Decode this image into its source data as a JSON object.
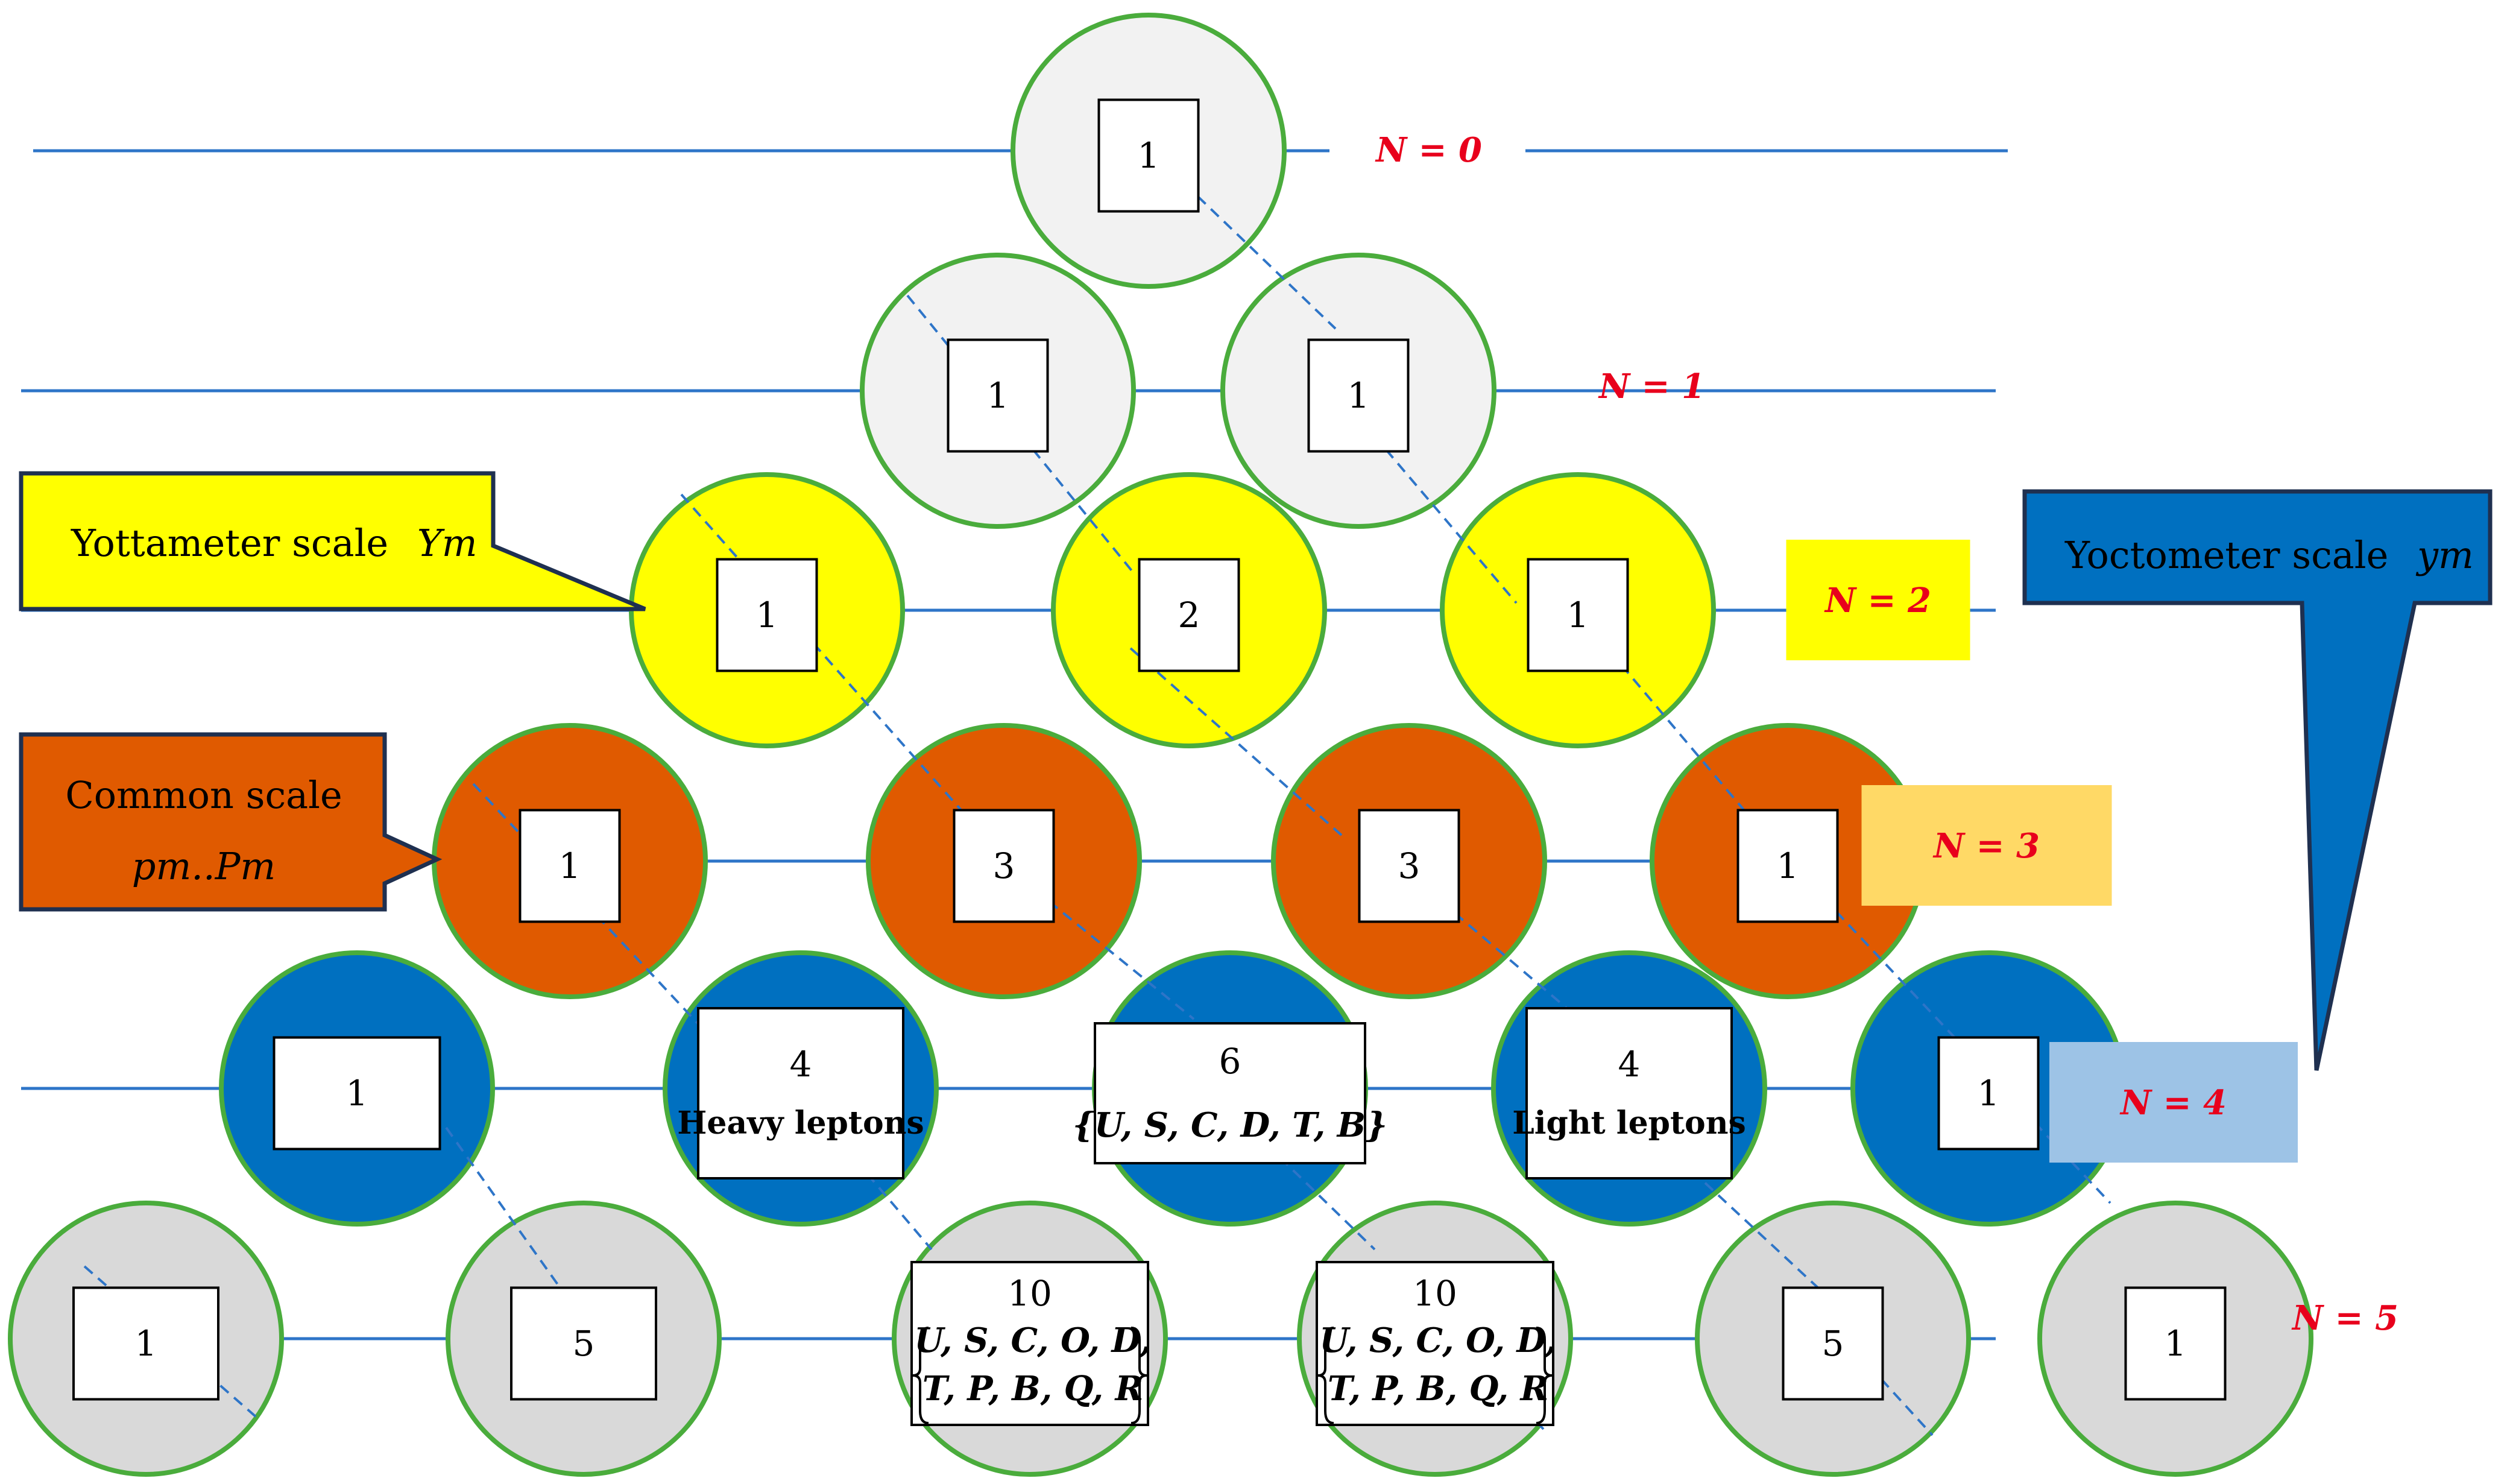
{
  "colors": {
    "row_line": "#2e75c8",
    "circle_stroke": "#4aac3c",
    "gray_fill": "#f2f2f2",
    "gray2_fill": "#d9d9d9",
    "yellow_fill": "#ffff00",
    "orange_fill": "#e05a00",
    "blue_fill": "#0070c0",
    "n_label_text": "#e8001c",
    "n2_bg": "#ffff00",
    "n3_bg": "#ffd966",
    "n4_bg": "#9dc3e6",
    "yocto_fill": "#0070c0"
  },
  "rows": [
    {
      "label": "N = 0",
      "cells": [
        {
          "value": "1"
        }
      ]
    },
    {
      "label": "N = 1",
      "cells": [
        {
          "value": "1"
        },
        {
          "value": "1"
        }
      ]
    },
    {
      "label": "N = 2",
      "cells": [
        {
          "value": "1"
        },
        {
          "value": "2"
        },
        {
          "value": "1"
        }
      ]
    },
    {
      "label": "N = 3",
      "cells": [
        {
          "value": "1"
        },
        {
          "value": "3"
        },
        {
          "value": "3"
        },
        {
          "value": "1"
        }
      ]
    },
    {
      "label": "N = 4",
      "cells": [
        {
          "value": "1"
        },
        {
          "value": "4",
          "caption": "Heavy leptons"
        },
        {
          "value": "6",
          "set_lines": [
            "{U, S, C, D, T, B}"
          ]
        },
        {
          "value": "4",
          "caption": "Light leptons"
        },
        {
          "value": "1"
        }
      ]
    },
    {
      "label": "N = 5",
      "cells": [
        {
          "value": "1"
        },
        {
          "value": "5"
        },
        {
          "value": "10",
          "set_lines": [
            "U, S, C, O, D,",
            "T, P, B, Q, R"
          ]
        },
        {
          "value": "10",
          "set_lines": [
            "U, S, C, O, D,",
            "T, P, B, Q, R"
          ]
        },
        {
          "value": "5"
        },
        {
          "value": "1"
        }
      ]
    }
  ],
  "callouts": {
    "yotta": {
      "line1": "Yottameter scale",
      "unit": "Ym"
    },
    "common": {
      "line1": "Common scale",
      "line2": "pm..Pm"
    },
    "yocto": {
      "line1": "Yoctometer scale",
      "unit": "ym"
    }
  }
}
